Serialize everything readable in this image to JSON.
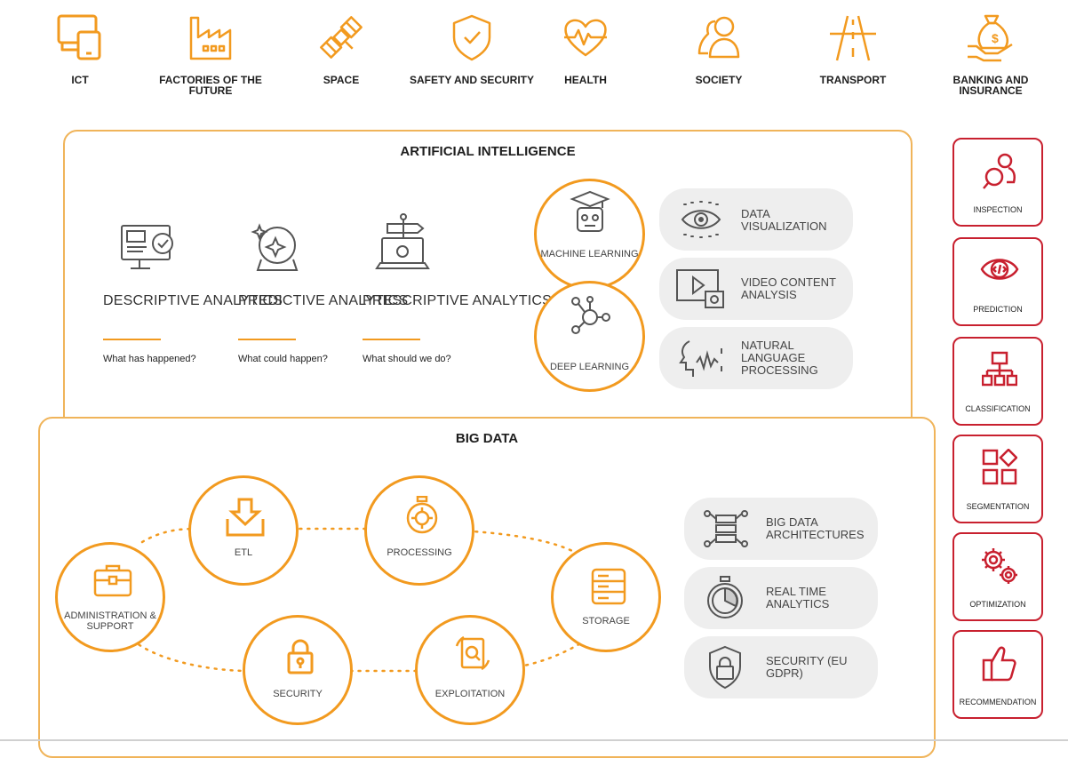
{
  "sectors": [
    {
      "label": "ICT",
      "icon": "computer-devices-icon"
    },
    {
      "label": "FACTORIES OF THE FUTURE",
      "icon": "factory-icon"
    },
    {
      "label": "SPACE",
      "icon": "satellite-icon"
    },
    {
      "label": "SAFETY AND SECURITY",
      "icon": "shield-check-icon"
    },
    {
      "label": "HEALTH",
      "icon": "heartbeat-icon"
    },
    {
      "label": "SOCIETY",
      "icon": "people-icon"
    },
    {
      "label": "TRANSPORT",
      "icon": "road-icon"
    },
    {
      "label": "BANKING AND INSURANCE",
      "icon": "money-bag-icon"
    }
  ],
  "ai": {
    "title": "ARTIFICIAL INTELLIGENCE",
    "analytics": [
      {
        "title": "DESCRIPTIVE ANALYTICS",
        "question": "What has happened?",
        "icon": "monitor-magnifier-icon"
      },
      {
        "title": "PREDICTIVE ANALYTICS",
        "question": "What could happen?",
        "icon": "crystal-ball-icon"
      },
      {
        "title": "PRESCRIPTIVE ANALYTICS",
        "question": "What should we do?",
        "icon": "laptop-signpost-icon"
      }
    ],
    "machine_learning": "MACHINE LEARNING",
    "deep_learning": "DEEP LEARNING",
    "capabilities": [
      {
        "label": "DATA VISUALIZATION",
        "icon": "eye-icon"
      },
      {
        "label": "VIDEO CONTENT ANALYSIS",
        "icon": "video-play-icon"
      },
      {
        "label": "NATURAL LANGUAGE PROCESSING",
        "icon": "speaking-head-icon"
      }
    ]
  },
  "big_data": {
    "title": "BIG DATA",
    "cycle": [
      {
        "label": "ETL",
        "icon": "download-tray-icon"
      },
      {
        "label": "PROCESSING",
        "icon": "stopwatch-gear-icon"
      },
      {
        "label": "STORAGE",
        "icon": "server-icon"
      },
      {
        "label": "EXPLOITATION",
        "icon": "document-search-icon"
      },
      {
        "label": "SECURITY",
        "icon": "padlock-icon"
      },
      {
        "label": "ADMINISTRATION & SUPPORT",
        "icon": "briefcase-icon"
      }
    ],
    "capabilities": [
      {
        "label": "BIG DATA ARCHITECTURES",
        "icon": "network-servers-icon"
      },
      {
        "label": "REAL TIME ANALYTICS",
        "icon": "stopwatch-icon"
      },
      {
        "label": "SECURITY (EU GDPR)",
        "icon": "shield-lock-icon"
      }
    ]
  },
  "applications": [
    {
      "label": "INSPECTION",
      "icon": "magnifier-person-icon"
    },
    {
      "label": "PREDICTION",
      "icon": "eye-code-icon"
    },
    {
      "label": "CLASSIFICATION",
      "icon": "hierarchy-icon"
    },
    {
      "label": "SEGMENTATION",
      "icon": "shapes-grid-icon"
    },
    {
      "label": "OPTIMIZATION",
      "icon": "gears-icon"
    },
    {
      "label": "RECOMMENDATION",
      "icon": "thumbs-up-icon"
    }
  ],
  "colors": {
    "orange": "#f29a1f",
    "panel_border": "#f0b45a",
    "red": "#c8202f",
    "pill": "#eeeeee"
  }
}
